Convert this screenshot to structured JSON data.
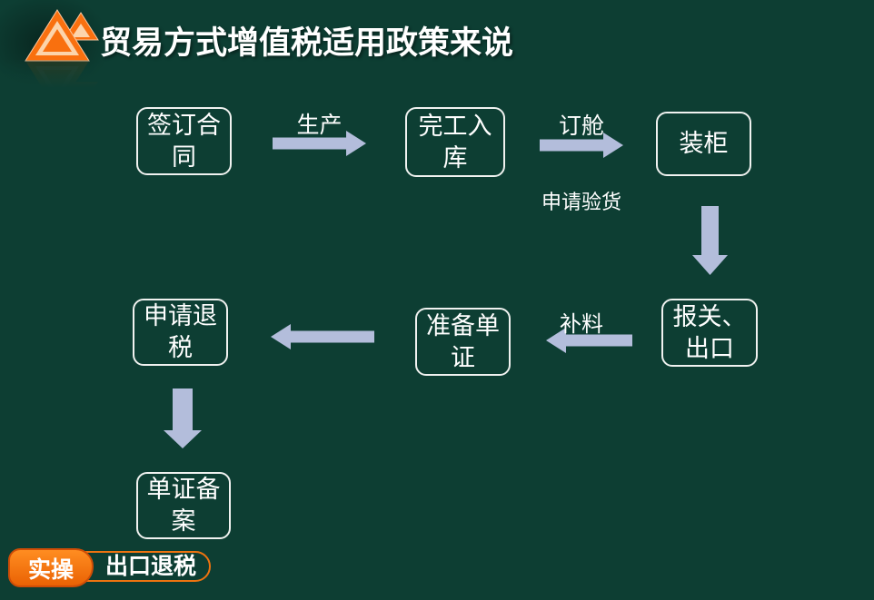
{
  "title": "贸易方式增值税适用政策来说",
  "flow": {
    "nodes": [
      {
        "id": "sign-contract",
        "label": "签订合\n同"
      },
      {
        "id": "finished-in-stock",
        "label": "完工入\n库"
      },
      {
        "id": "load-container",
        "label": "装柜"
      },
      {
        "id": "customs-export",
        "label": "报关、\n出口"
      },
      {
        "id": "prepare-documents",
        "label": "准备单\n证"
      },
      {
        "id": "apply-tax-refund",
        "label": "申请退\n税"
      },
      {
        "id": "document-filing",
        "label": "单证备\n案"
      }
    ],
    "edge_labels": {
      "production": "生产",
      "booking": "订舱",
      "apply_inspection": "申请验货",
      "supplement": "补料"
    }
  },
  "footer": {
    "tag": "实操",
    "category": "出口退税"
  },
  "colors": {
    "background": "#0d3e33",
    "arrow": "#b3bddb",
    "box_border": "#f0f2f0",
    "text": "#ffffff",
    "accent_orange": "#ee7310",
    "tag_fill_top": "#ff8d21",
    "tag_fill_bottom": "#ea6204"
  }
}
